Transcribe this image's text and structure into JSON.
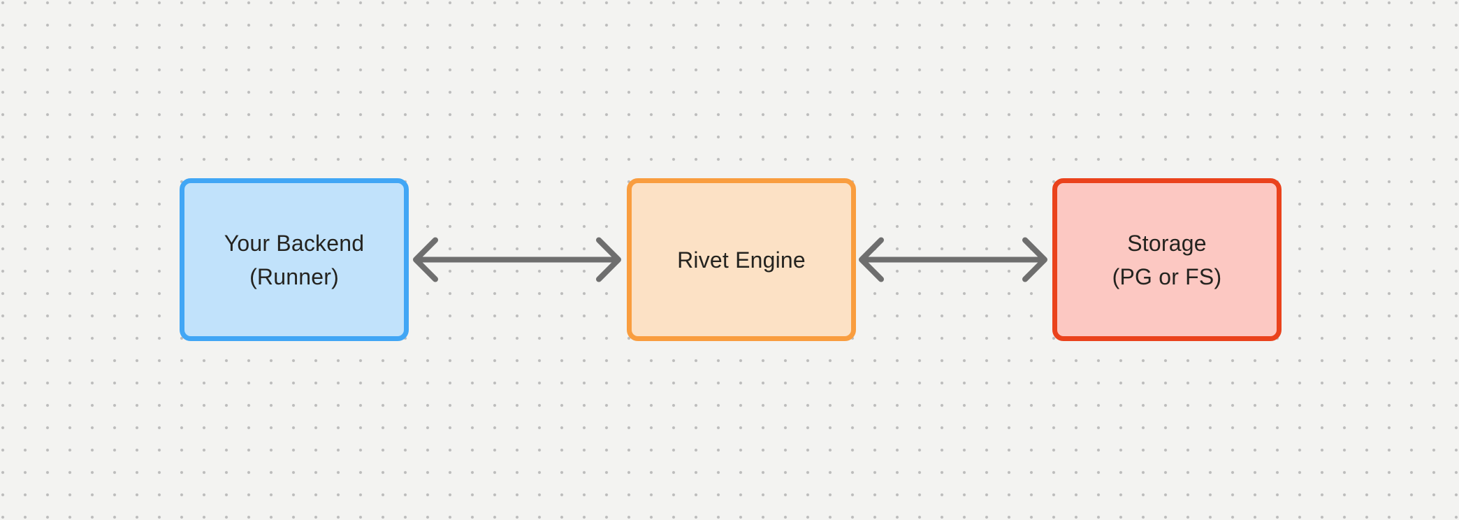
{
  "diagram": {
    "background": {
      "color": "#f3f3f1",
      "dot_color": "#bcbcbc"
    },
    "nodes": [
      {
        "id": "your-backend",
        "lines": [
          "Your Backend",
          "(Runner)"
        ],
        "border_color": "#41a6f5",
        "fill_color": "#c1e2fb"
      },
      {
        "id": "rivet-engine",
        "lines": [
          "Rivet Engine"
        ],
        "border_color": "#f99d3f",
        "fill_color": "#fce1c5"
      },
      {
        "id": "storage",
        "lines": [
          "Storage",
          "(PG or FS)"
        ],
        "border_color": "#ea421c",
        "fill_color": "#fcc8c2"
      }
    ],
    "connectors": [
      {
        "from": "your-backend",
        "to": "rivet-engine",
        "direction": "bidirectional",
        "color": "#6e6e6e"
      },
      {
        "from": "rivet-engine",
        "to": "storage",
        "direction": "bidirectional",
        "color": "#6e6e6e"
      }
    ],
    "text_color": "#24231f"
  }
}
